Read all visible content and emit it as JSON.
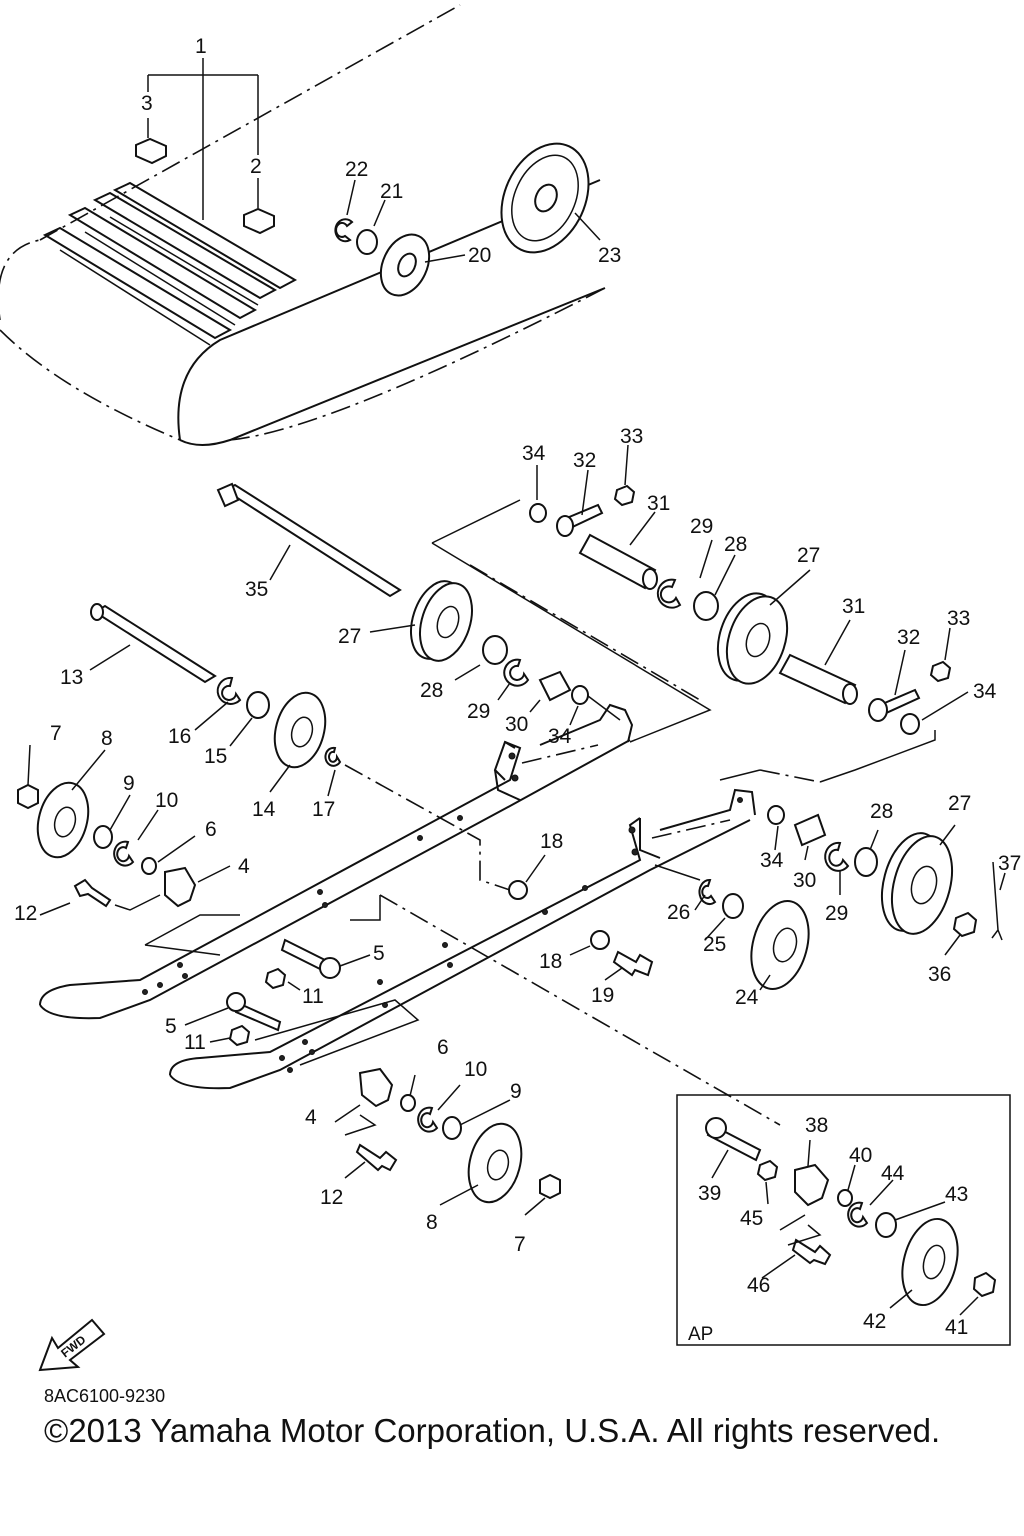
{
  "diagram": {
    "callouts": [
      {
        "label": "1"
      },
      {
        "label": "2"
      },
      {
        "label": "3"
      },
      {
        "label": "22"
      },
      {
        "label": "21"
      },
      {
        "label": "20"
      },
      {
        "label": "23"
      },
      {
        "label": "34"
      },
      {
        "label": "32"
      },
      {
        "label": "33"
      },
      {
        "label": "31"
      },
      {
        "label": "29"
      },
      {
        "label": "28"
      },
      {
        "label": "27"
      },
      {
        "label": "35"
      },
      {
        "label": "27"
      },
      {
        "label": "31"
      },
      {
        "label": "32"
      },
      {
        "label": "33"
      },
      {
        "label": "34"
      },
      {
        "label": "13"
      },
      {
        "label": "28"
      },
      {
        "label": "29"
      },
      {
        "label": "30"
      },
      {
        "label": "34"
      },
      {
        "label": "7"
      },
      {
        "label": "8"
      },
      {
        "label": "16"
      },
      {
        "label": "15"
      },
      {
        "label": "14"
      },
      {
        "label": "17"
      },
      {
        "label": "9"
      },
      {
        "label": "10"
      },
      {
        "label": "6"
      },
      {
        "label": "4"
      },
      {
        "label": "12"
      },
      {
        "label": "18"
      },
      {
        "label": "34"
      },
      {
        "label": "30"
      },
      {
        "label": "28"
      },
      {
        "label": "27"
      },
      {
        "label": "29"
      },
      {
        "label": "37"
      },
      {
        "label": "26"
      },
      {
        "label": "25"
      },
      {
        "label": "36"
      },
      {
        "label": "5"
      },
      {
        "label": "11"
      },
      {
        "label": "18"
      },
      {
        "label": "19"
      },
      {
        "label": "24"
      },
      {
        "label": "5"
      },
      {
        "label": "11"
      },
      {
        "label": "6"
      },
      {
        "label": "10"
      },
      {
        "label": "9"
      },
      {
        "label": "4"
      },
      {
        "label": "12"
      },
      {
        "label": "8"
      },
      {
        "label": "7"
      },
      {
        "label": "38"
      },
      {
        "label": "39"
      },
      {
        "label": "40"
      },
      {
        "label": "44"
      },
      {
        "label": "43"
      },
      {
        "label": "45"
      },
      {
        "label": "46"
      },
      {
        "label": "42"
      },
      {
        "label": "41"
      }
    ],
    "inset_label": "AP",
    "fwd_label": "FWD",
    "part_code": "8AC6100-9230",
    "copyright": "©2013 Yamaha Motor Corporation, U.S.A. All rights reserved."
  }
}
